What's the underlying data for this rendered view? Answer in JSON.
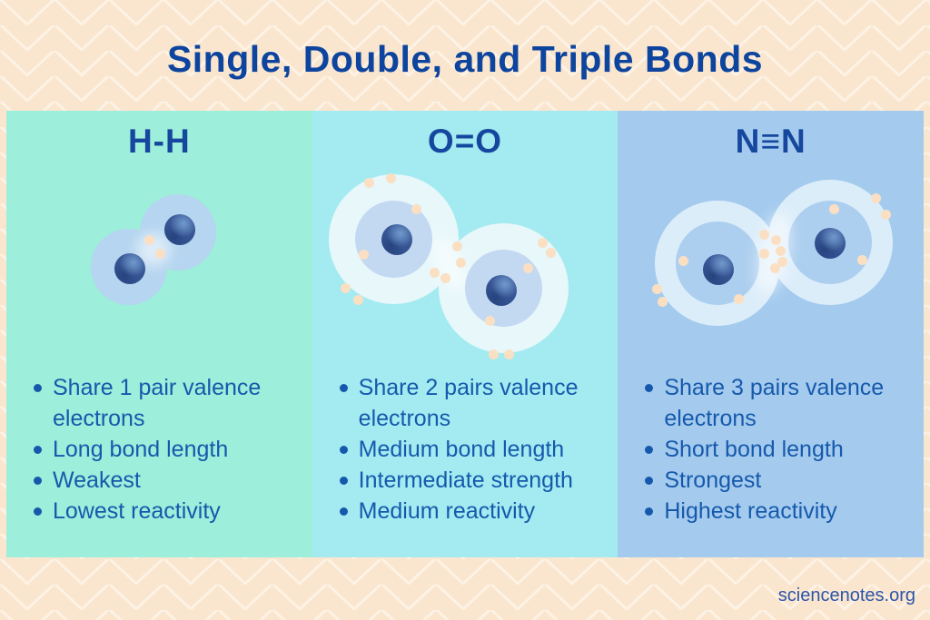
{
  "page": {
    "title": "Single, Double, and Triple Bonds",
    "footer": "sciencenotes.org"
  },
  "colors": {
    "background": "#FAE6CF",
    "chevron_line": "#FDF2E4",
    "title_text": "#0D449E",
    "heading_text": "#16479F",
    "bullet_text": "#1659AC",
    "footer_text": "#2D55A8",
    "panel_single_bg": "#9DEEDA",
    "panel_double_bg": "#A3EBF1",
    "panel_triple_bg": "#A4CBEE",
    "hydrogen_shell": "#B5D5F0",
    "outer_shell_pale": "#E7F7FA",
    "inner_shell": "#C3D9F2",
    "nitrogen_ring": "#DCEDFA",
    "nitrogen_ring_fill": "#ADCFEF",
    "electron": "#FBDFC2",
    "nucleus_dark": "#2F4D8C",
    "nucleus_mid": "#4A6AA8",
    "nucleus_light": "#7099CC"
  },
  "panels": [
    {
      "formula": "H-H",
      "bullets": [
        "Share 1 pair valence electrons",
        "Long bond length",
        "Weakest",
        "Lowest reactivity"
      ]
    },
    {
      "formula": "O=O",
      "bullets": [
        "Share 2 pairs valence electrons",
        "Medium bond length",
        "Intermediate strength",
        "Medium reactivity"
      ]
    },
    {
      "formula": "N≡N",
      "bullets": [
        "Share 3 pairs valence electrons",
        "Short bond length",
        "Strongest",
        "Highest reactivity"
      ]
    }
  ]
}
